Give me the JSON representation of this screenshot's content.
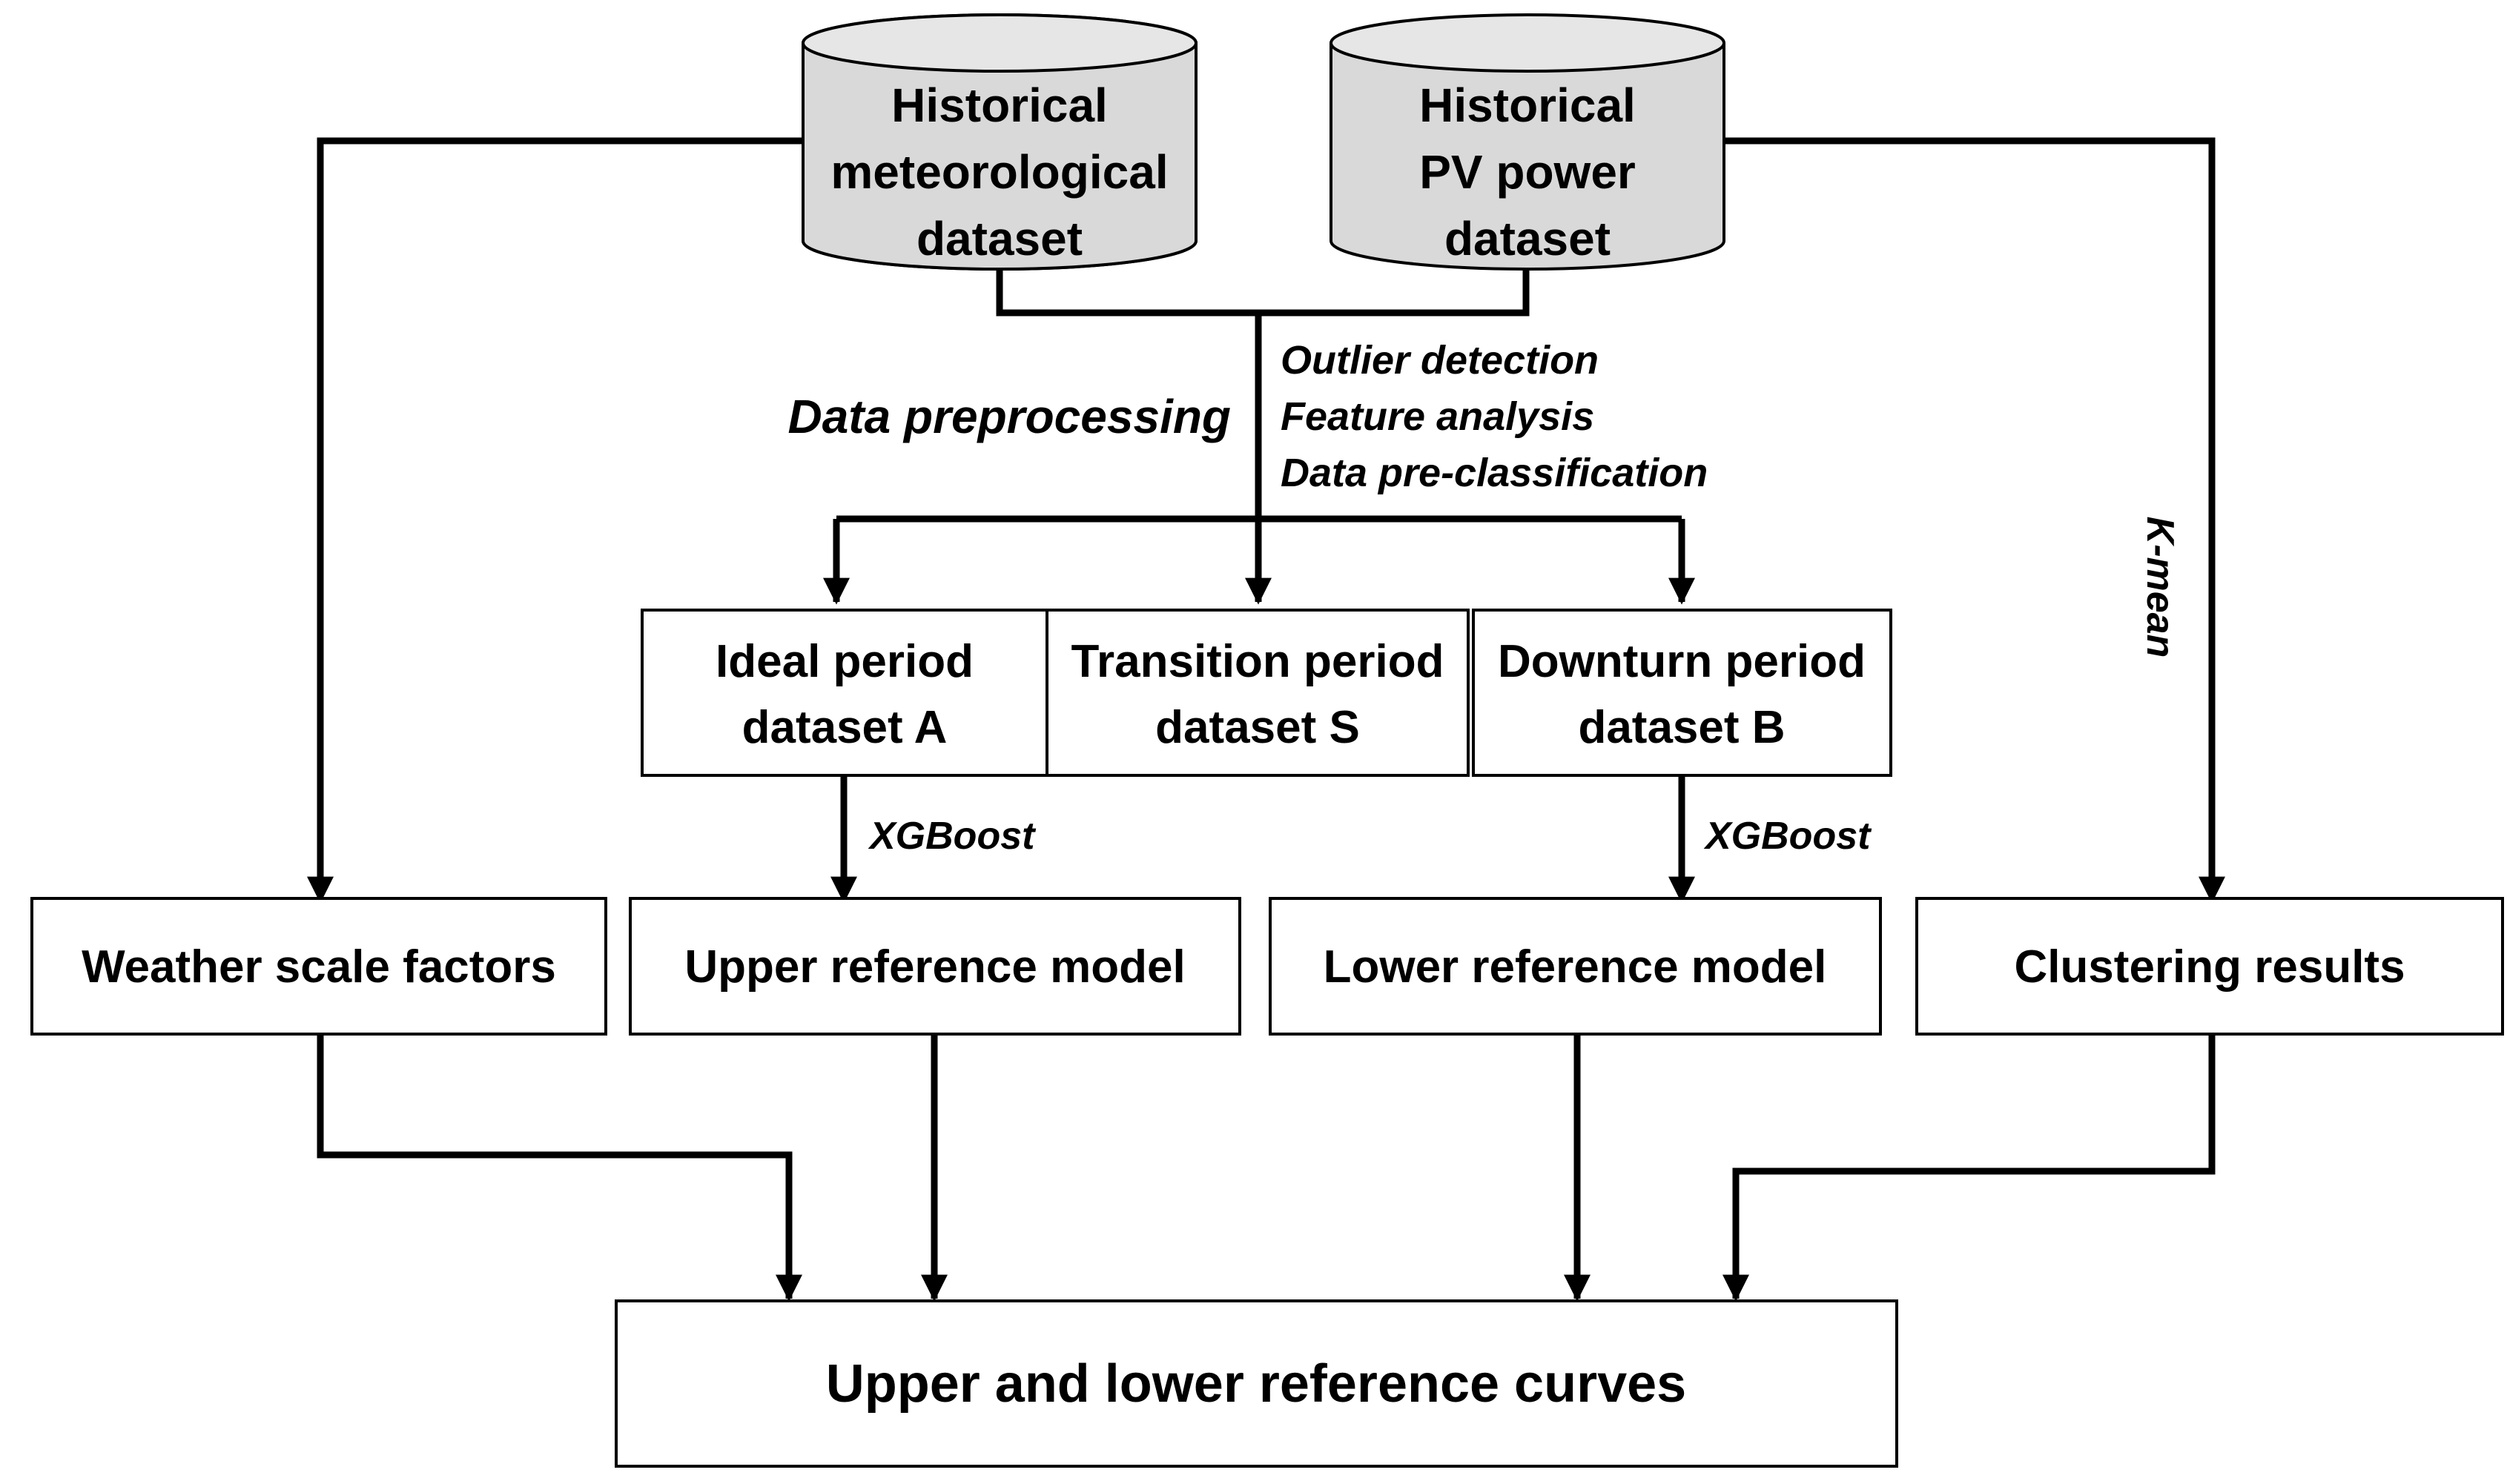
{
  "databases": {
    "meteo": {
      "lines": [
        "Historical",
        "meteorological",
        "dataset"
      ]
    },
    "pv": {
      "lines": [
        "Historical",
        "PV power",
        "dataset"
      ]
    }
  },
  "preprocessing": {
    "title": "Data preprocessing",
    "steps": [
      "Outlier detection",
      "Feature analysis",
      "Data pre-classification"
    ]
  },
  "datasets": {
    "ideal": {
      "lines": [
        "Ideal period",
        "dataset A"
      ]
    },
    "transition": {
      "lines": [
        "Transition period",
        "dataset S"
      ]
    },
    "downturn": {
      "lines": [
        "Downturn period",
        "dataset B"
      ]
    }
  },
  "methods": {
    "xgboost_left": "XGBoost",
    "xgboost_right": "XGBoost",
    "kmean": "K-mean"
  },
  "models": {
    "weather": "Weather scale factors",
    "upper": "Upper reference model",
    "lower": "Lower reference model",
    "clustering": "Clustering results"
  },
  "output": {
    "label": "Upper and lower reference curves"
  }
}
